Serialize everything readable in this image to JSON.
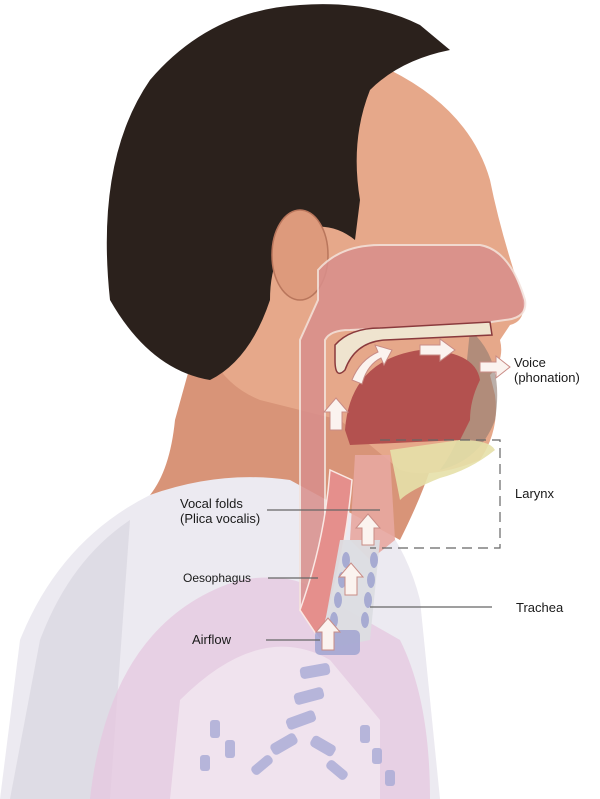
{
  "diagram": {
    "subject": "Voice production: airflow from trachea through larynx to mouth",
    "labels": {
      "voice": "Voice",
      "voice_sub": "(phonation)",
      "larynx": "Larynx",
      "vocal_folds": "Vocal folds",
      "vocal_folds_sub": "(Plica vocalis)",
      "oesophagus": "Oesophagus",
      "trachea": "Trachea",
      "airflow": "Airflow"
    },
    "colors": {
      "skin": "#e8a98a",
      "hair": "#2b211c",
      "shirt": "#ecebf1",
      "cavity": "#d98f8c",
      "tongue": "#b3514f",
      "cartilage": "#9ea3d0",
      "lung_overlay": "#e6c7df",
      "label_line": "#666666"
    }
  }
}
